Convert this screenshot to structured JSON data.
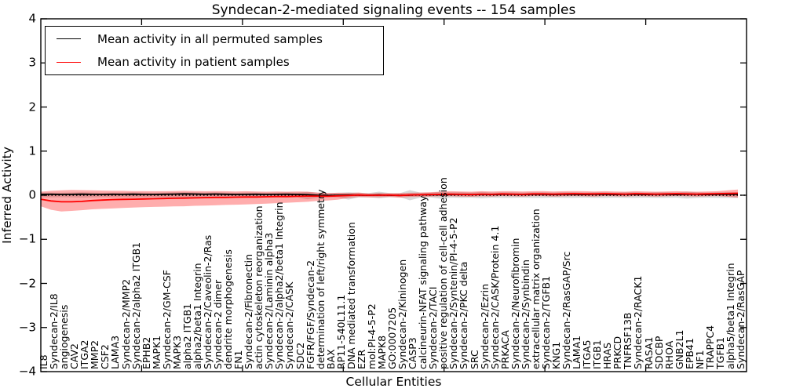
{
  "title": "Syndecan-2-mediated signaling events -- 154 samples",
  "legend": {
    "items": [
      {
        "label": "Mean activity in all permuted samples",
        "color": "#000000"
      },
      {
        "label": "Mean activity in patient samples",
        "color": "#ff0000"
      }
    ]
  },
  "axes": {
    "ylabel": "Inferred Activity",
    "xlabel": "Cellular Entities",
    "ytick_labels": [
      "4",
      "3",
      "2",
      "1",
      "0",
      "−1",
      "−2",
      "−3",
      "−4"
    ],
    "ytick_values": [
      4,
      3,
      2,
      1,
      0,
      -1,
      -2,
      -3,
      -4
    ],
    "ylim": [
      -4,
      4
    ]
  },
  "colors": {
    "permuted_line": "#000000",
    "patient_line": "#ff0000",
    "permuted_band": "#999999",
    "patient_band": "#ff0000",
    "zero_line": "#000000",
    "spine": "#000000"
  },
  "chart_data": {
    "type": "line",
    "title": "Syndecan-2-mediated signaling events -- 154 samples",
    "xlabel": "Cellular Entities",
    "ylabel": "Inferred Activity",
    "ylim": [
      -4,
      4
    ],
    "grid": false,
    "legend_position": "upper left",
    "zero_line": 0,
    "categories": [
      "IL8",
      "Syndecan-2/IL8",
      "angiogenesis",
      "CAV2",
      "ITGA2",
      "MMP2",
      "CSF2",
      "LAMA3",
      "Syndecan-2/MMP2",
      "Syndecan-2/alpha2 ITGB1",
      "EPHB2",
      "MAPK1",
      "Syndecan-2/GM-CSF",
      "MAPK3",
      "alpha2 ITGB1",
      "alpha2/beta1 Integrin",
      "Syndecan-2/Caveolin-2/Ras",
      "Syndecan-2 dimer",
      "dendrite morphogenesis",
      "FN1",
      "Syndecan-2/Fibronectin",
      "actin cytoskeleton reorganization",
      "Syndecan-2/Laminin alpha3",
      "Syndecan-2/alpha2/beta1 Integrin",
      "Syndecan-2/CASK",
      "SDC2",
      "FGFR/FGF/Syndecan-2",
      "determination of left/right symmetry",
      "BAX",
      "RP11-540L11.1",
      "DNA mediated transformation",
      "EZR",
      "mol:PI-4-5-P2",
      "MAPK8",
      "GO:0007205",
      "Syndecan-2/Kininogen",
      "CASP3",
      "calcineurin-NFAT signaling pathway",
      "Syndecan-2/TACI",
      "positive regulation of cell-cell adhesion",
      "Syndecan-2/Syntenin/PI-4-5-P2",
      "Syndecan-2/PKC delta",
      "SRC",
      "Syndecan-2/Ezrin",
      "Syndecan-2/CASK/Protein 4.1",
      "PRKACA",
      "Syndecan-2/Neurofibromin",
      "Syndecan-2/Synbindin",
      "extracellular matrix organization",
      "Syndecan-2/TGFB1",
      "KNG1",
      "Syndecan-2/RasGAP/Src",
      "LAMA1",
      "ITGA5",
      "ITGB1",
      "HRAS",
      "PRKCD",
      "TNFRSF13B",
      "Syndecan-2/RACK1",
      "RASA1",
      "SDCBP",
      "RHOA",
      "GNB2L1",
      "EPB41",
      "NF1",
      "TRAPPC4",
      "TGFB1",
      "alpha5/beta1 Integrin",
      "Syndecan-2/RasGAP"
    ],
    "series": [
      {
        "name": "Mean activity in all permuted samples",
        "color": "#000000",
        "values": [
          0.02,
          0.022,
          0.018,
          0.02,
          0.024,
          0.02,
          0.018,
          0.022,
          0.02,
          0.024,
          0.02,
          0.018,
          0.022,
          0.025,
          0.03,
          0.026,
          0.022,
          0.026,
          0.022,
          0.018,
          0.02,
          0.022,
          0.018,
          0.02,
          0.022,
          0.018,
          0.012,
          0.0,
          -0.006,
          0.0,
          0.008,
          0.004,
          0.0,
          0.006,
          0.0,
          -0.004,
          0.004,
          0.01,
          0.014,
          0.01,
          0.016,
          0.02,
          0.014,
          0.02,
          0.016,
          0.02,
          0.02,
          0.016,
          0.02,
          0.02,
          0.016,
          0.02,
          0.02,
          0.016,
          0.02,
          0.02,
          0.016,
          0.02,
          0.02,
          0.016,
          0.02,
          0.02,
          0.016,
          0.02,
          0.02,
          0.016,
          0.02,
          0.02,
          0.02
        ]
      },
      {
        "name": "Mean activity in patient samples",
        "color": "#ff0000",
        "values": [
          -0.09,
          -0.13,
          -0.15,
          -0.15,
          -0.14,
          -0.12,
          -0.11,
          -0.1,
          -0.095,
          -0.09,
          -0.085,
          -0.08,
          -0.075,
          -0.07,
          -0.065,
          -0.06,
          -0.055,
          -0.05,
          -0.05,
          -0.045,
          -0.04,
          -0.04,
          -0.035,
          -0.03,
          -0.03,
          -0.025,
          -0.02,
          -0.02,
          -0.025,
          -0.015,
          -0.005,
          0.005,
          0.0,
          0.0,
          0.005,
          -0.005,
          0.005,
          0.01,
          0.015,
          0.02,
          0.025,
          0.02,
          0.015,
          0.025,
          0.02,
          0.03,
          0.025,
          0.02,
          0.03,
          0.03,
          0.025,
          0.03,
          0.035,
          0.03,
          0.03,
          0.035,
          0.03,
          0.025,
          0.035,
          0.03,
          0.025,
          0.03,
          0.035,
          0.03,
          0.025,
          0.03,
          0.035,
          0.04,
          0.045
        ]
      }
    ],
    "bands": [
      {
        "name": "permuted-confidence-band",
        "color": "#999999",
        "opacity": 0.38,
        "upper": [
          0.06,
          0.06,
          0.055,
          0.06,
          0.065,
          0.06,
          0.055,
          0.06,
          0.06,
          0.065,
          0.06,
          0.055,
          0.06,
          0.065,
          0.07,
          0.065,
          0.06,
          0.065,
          0.06,
          0.055,
          0.06,
          0.06,
          0.055,
          0.06,
          0.065,
          0.06,
          0.075,
          0.055,
          0.05,
          0.055,
          0.065,
          0.055,
          0.05,
          0.08,
          0.05,
          0.045,
          0.115,
          0.06,
          0.055,
          0.08,
          0.065,
          0.07,
          0.06,
          0.075,
          0.06,
          0.065,
          0.065,
          0.06,
          0.065,
          0.065,
          0.06,
          0.065,
          0.065,
          0.06,
          0.065,
          0.065,
          0.06,
          0.065,
          0.065,
          0.06,
          0.065,
          0.065,
          0.06,
          0.08,
          0.065,
          0.06,
          0.065,
          0.065,
          0.065
        ],
        "lower": [
          -0.05,
          -0.05,
          -0.045,
          -0.05,
          -0.055,
          -0.05,
          -0.045,
          -0.05,
          -0.05,
          -0.055,
          -0.05,
          -0.045,
          -0.05,
          -0.055,
          -0.06,
          -0.055,
          -0.05,
          -0.055,
          -0.05,
          -0.045,
          -0.05,
          -0.05,
          -0.045,
          -0.05,
          -0.055,
          -0.05,
          -0.09,
          -0.06,
          -0.045,
          -0.05,
          -0.1,
          -0.05,
          -0.045,
          -0.07,
          -0.045,
          -0.04,
          -0.115,
          -0.055,
          -0.05,
          -0.08,
          -0.055,
          -0.06,
          -0.055,
          -0.07,
          -0.055,
          -0.06,
          -0.06,
          -0.055,
          -0.06,
          -0.06,
          -0.055,
          -0.06,
          -0.06,
          -0.055,
          -0.06,
          -0.06,
          -0.055,
          -0.06,
          -0.06,
          -0.055,
          -0.06,
          -0.06,
          -0.055,
          -0.075,
          -0.06,
          -0.055,
          -0.06,
          -0.06,
          -0.06
        ]
      },
      {
        "name": "patient-confidence-band",
        "color": "#ff0000",
        "opacity": 0.32,
        "upper": [
          0.08,
          0.1,
          0.11,
          0.12,
          0.115,
          0.11,
          0.105,
          0.1,
          0.1,
          0.095,
          0.095,
          0.09,
          0.09,
          0.095,
          0.1,
          0.095,
          0.09,
          0.095,
          0.09,
          0.085,
          0.09,
          0.085,
          0.08,
          0.085,
          0.08,
          0.085,
          0.08,
          0.06,
          0.05,
          0.055,
          0.05,
          0.06,
          0.04,
          0.05,
          0.045,
          0.05,
          0.055,
          0.06,
          0.07,
          0.08,
          0.09,
          0.085,
          0.08,
          0.09,
          0.085,
          0.09,
          0.09,
          0.085,
          0.09,
          0.095,
          0.085,
          0.09,
          0.095,
          0.09,
          0.085,
          0.09,
          0.085,
          0.08,
          0.09,
          0.085,
          0.08,
          0.085,
          0.09,
          0.085,
          0.08,
          0.085,
          0.09,
          0.11,
          0.13
        ],
        "lower": [
          -0.25,
          -0.33,
          -0.37,
          -0.355,
          -0.34,
          -0.32,
          -0.31,
          -0.3,
          -0.29,
          -0.28,
          -0.27,
          -0.265,
          -0.26,
          -0.255,
          -0.25,
          -0.24,
          -0.235,
          -0.23,
          -0.22,
          -0.215,
          -0.21,
          -0.2,
          -0.19,
          -0.18,
          -0.17,
          -0.16,
          -0.15,
          -0.13,
          -0.12,
          -0.1,
          -0.06,
          -0.04,
          -0.05,
          -0.045,
          -0.04,
          -0.055,
          -0.04,
          -0.035,
          -0.03,
          -0.025,
          -0.025,
          -0.03,
          -0.035,
          -0.025,
          -0.03,
          -0.02,
          -0.025,
          -0.03,
          -0.02,
          -0.02,
          -0.03,
          -0.025,
          -0.02,
          -0.025,
          -0.03,
          -0.02,
          -0.025,
          -0.03,
          -0.02,
          -0.025,
          -0.03,
          -0.025,
          -0.02,
          -0.025,
          -0.03,
          -0.025,
          -0.02,
          -0.035,
          -0.055
        ]
      }
    ]
  }
}
